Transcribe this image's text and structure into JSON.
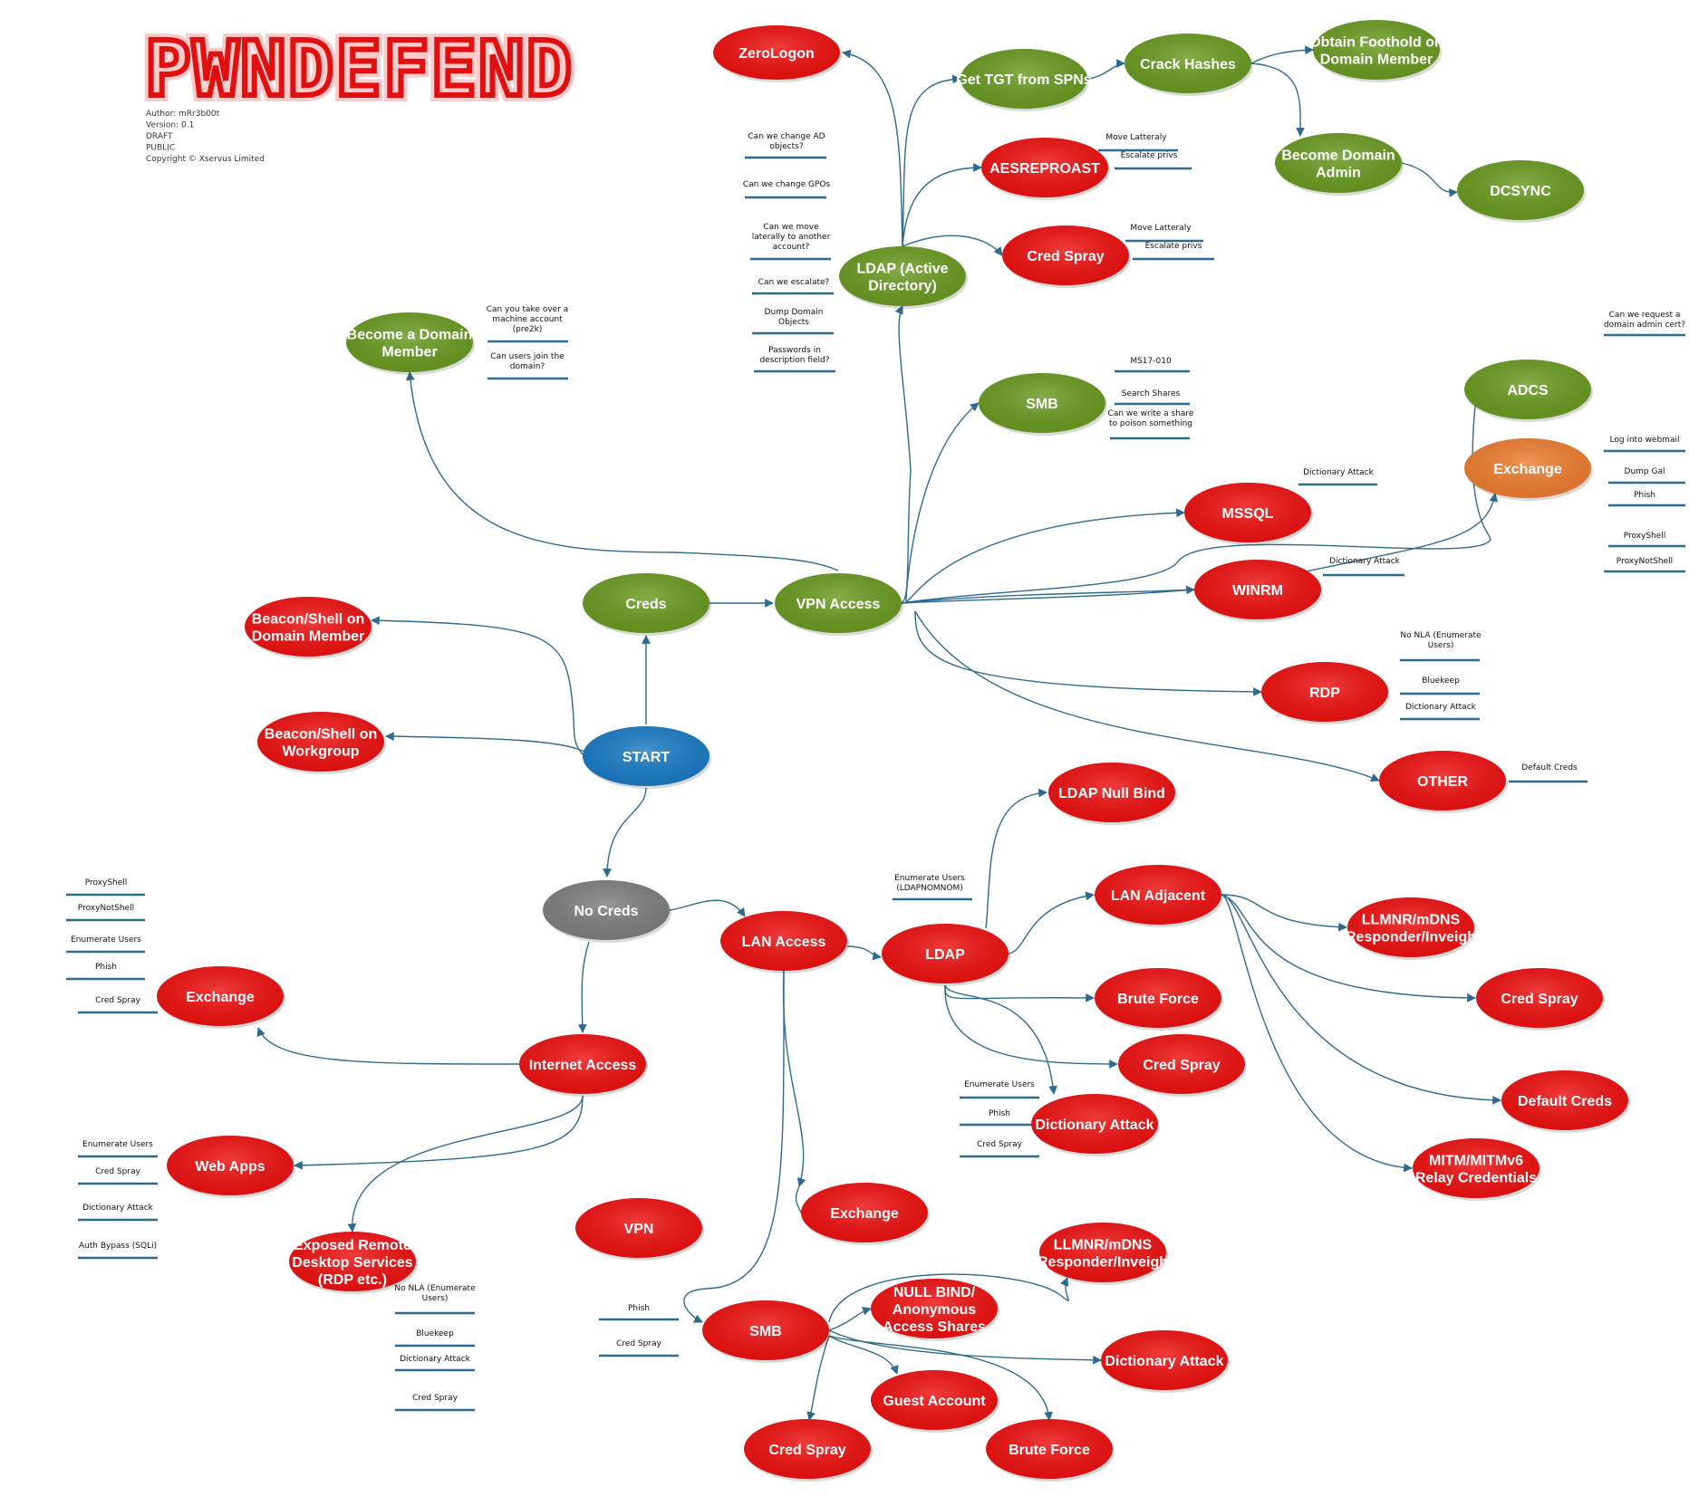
{
  "header": {
    "logo_text": "PWNDEFEND",
    "meta_lines": [
      "Author: mRr3b00t",
      "Version: 0.1",
      "DRAFT",
      "PUBLIC",
      "Copyright © Xservus Limited"
    ]
  },
  "colors": {
    "red": "#ee1111",
    "green": "#6a9b22",
    "blue": "#1a7bc4",
    "gray": "#7f7f7f",
    "orange": "#ee7d31",
    "edge": "#2e6a8e"
  },
  "nodes": [
    {
      "id": "zerologon",
      "label": [
        "ZeroLogon"
      ],
      "color": "red"
    },
    {
      "id": "get_tgt",
      "label": [
        "Get TGT from SPNs"
      ],
      "color": "green"
    },
    {
      "id": "crack_hashes",
      "label": [
        "Crack Hashes"
      ],
      "color": "green"
    },
    {
      "id": "obtain_foothold",
      "label": [
        "Obtain Foothold on",
        "Domain Member"
      ],
      "color": "green"
    },
    {
      "id": "become_da",
      "label": [
        "Become Domain",
        "Admin"
      ],
      "color": "green"
    },
    {
      "id": "dcsync",
      "label": [
        "DCSYNC"
      ],
      "color": "green"
    },
    {
      "id": "aesreproast",
      "label": [
        "AESREPROAST"
      ],
      "color": "red"
    },
    {
      "id": "cred_spray_ldap",
      "label": [
        "Cred Spray"
      ],
      "color": "red"
    },
    {
      "id": "ldap_ad",
      "label": [
        "LDAP (Active",
        "Directory)"
      ],
      "color": "green"
    },
    {
      "id": "become_dm",
      "label": [
        "Become a Domain",
        "Member"
      ],
      "color": "green"
    },
    {
      "id": "smb_vpn",
      "label": [
        "SMB"
      ],
      "color": "green"
    },
    {
      "id": "adcs",
      "label": [
        "ADCS"
      ],
      "color": "green"
    },
    {
      "id": "exchange_vpn",
      "label": [
        "Exchange"
      ],
      "color": "orange"
    },
    {
      "id": "mssql",
      "label": [
        "MSSQL"
      ],
      "color": "red"
    },
    {
      "id": "winrm",
      "label": [
        "WINRM"
      ],
      "color": "red"
    },
    {
      "id": "rdp_vpn",
      "label": [
        "RDP"
      ],
      "color": "red"
    },
    {
      "id": "other",
      "label": [
        "OTHER"
      ],
      "color": "red"
    },
    {
      "id": "creds",
      "label": [
        "Creds"
      ],
      "color": "green"
    },
    {
      "id": "vpn_access",
      "label": [
        "VPN Access"
      ],
      "color": "green"
    },
    {
      "id": "beacon_dm",
      "label": [
        "Beacon/Shell on",
        "Domain Member"
      ],
      "color": "red"
    },
    {
      "id": "beacon_wg",
      "label": [
        "Beacon/Shell on",
        "Workgroup"
      ],
      "color": "red"
    },
    {
      "id": "start",
      "label": [
        "START"
      ],
      "color": "blue"
    },
    {
      "id": "no_creds",
      "label": [
        "No Creds"
      ],
      "color": "gray"
    },
    {
      "id": "lan_access",
      "label": [
        "LAN Access"
      ],
      "color": "red"
    },
    {
      "id": "ldap_lan",
      "label": [
        "LDAP"
      ],
      "color": "red"
    },
    {
      "id": "ldap_null",
      "label": [
        "LDAP Null Bind"
      ],
      "color": "red"
    },
    {
      "id": "lan_adjacent",
      "label": [
        "LAN Adjacent"
      ],
      "color": "red"
    },
    {
      "id": "llmnr1",
      "label": [
        "LLMNR/mDNS",
        "(Responder/Inveigh)"
      ],
      "color": "red"
    },
    {
      "id": "cred_spray_adj",
      "label": [
        "Cred Spray"
      ],
      "color": "red"
    },
    {
      "id": "default_creds",
      "label": [
        "Default Creds"
      ],
      "color": "red"
    },
    {
      "id": "mitm",
      "label": [
        "MITM/MITMv6",
        "Relay Credentials"
      ],
      "color": "red"
    },
    {
      "id": "brute_force_ldap",
      "label": [
        "Brute Force"
      ],
      "color": "red"
    },
    {
      "id": "cred_spray_ldap2",
      "label": [
        "Cred Spray"
      ],
      "color": "red"
    },
    {
      "id": "dict_attack_ldap",
      "label": [
        "Dictionary Attack"
      ],
      "color": "red"
    },
    {
      "id": "exchange_inet",
      "label": [
        "Exchange"
      ],
      "color": "red"
    },
    {
      "id": "internet_access",
      "label": [
        "Internet Access"
      ],
      "color": "red"
    },
    {
      "id": "web_apps",
      "label": [
        "Web Apps"
      ],
      "color": "red"
    },
    {
      "id": "exposed_rds",
      "label": [
        "Exposed Remote",
        "Desktop Services",
        "(RDP etc.)"
      ],
      "color": "red"
    },
    {
      "id": "vpn",
      "label": [
        "VPN"
      ],
      "color": "red"
    },
    {
      "id": "exchange_lan",
      "label": [
        "Exchange"
      ],
      "color": "red"
    },
    {
      "id": "smb_lan",
      "label": [
        "SMB"
      ],
      "color": "red"
    },
    {
      "id": "null_bind",
      "label": [
        "NULL BIND/",
        "Anonymous",
        "Access Shares"
      ],
      "color": "red"
    },
    {
      "id": "llmnr2",
      "label": [
        "LLMNR/mDNS",
        "(Responder/Inveigh)"
      ],
      "color": "red"
    },
    {
      "id": "dict_attack_smb",
      "label": [
        "Dictionary Attack"
      ],
      "color": "red"
    },
    {
      "id": "guest_account",
      "label": [
        "Guest Account"
      ],
      "color": "red"
    },
    {
      "id": "cred_spray_smb",
      "label": [
        "Cred Spray"
      ],
      "color": "red"
    },
    {
      "id": "brute_force_smb",
      "label": [
        "Brute Force"
      ],
      "color": "red"
    }
  ],
  "notes": [
    {
      "id": "n_change_ad",
      "text": [
        "Can we change AD",
        "objects?"
      ]
    },
    {
      "id": "n_change_gpo",
      "text": [
        "Can we change GPOs"
      ]
    },
    {
      "id": "n_move_lat",
      "text": [
        "Can we move",
        "laterally to another",
        "account?"
      ]
    },
    {
      "id": "n_escalate",
      "text": [
        "Can we escalate?"
      ]
    },
    {
      "id": "n_dump",
      "text": [
        "Dump Domain",
        "Objects"
      ]
    },
    {
      "id": "n_pw_desc",
      "text": [
        "Passwords in",
        "description field?"
      ]
    },
    {
      "id": "n_takeover",
      "text": [
        "Can you take over a",
        "machine account",
        "(pre2k)"
      ]
    },
    {
      "id": "n_join",
      "text": [
        "Can users join the",
        "domain?"
      ]
    },
    {
      "id": "n_aes_move",
      "text": [
        "Move Latteraly"
      ]
    },
    {
      "id": "n_aes_esc",
      "text": [
        "Escalate privs"
      ]
    },
    {
      "id": "n_cs_move",
      "text": [
        "Move Latteraly"
      ]
    },
    {
      "id": "n_cs_esc",
      "text": [
        "Escalate privs"
      ]
    },
    {
      "id": "n_ms17",
      "text": [
        "MS17-010"
      ]
    },
    {
      "id": "n_search",
      "text": [
        "Search Shares"
      ]
    },
    {
      "id": "n_write_share",
      "text": [
        "Can we write a share",
        "to poison something"
      ]
    },
    {
      "id": "n_request_cert",
      "text": [
        "Can we request a",
        "domain admin cert?"
      ]
    },
    {
      "id": "n_webmail",
      "text": [
        "Log into webmail"
      ]
    },
    {
      "id": "n_dump_gal",
      "text": [
        "Dump Gal"
      ]
    },
    {
      "id": "n_phish_ex",
      "text": [
        "Phish"
      ]
    },
    {
      "id": "n_proxyshell_ex",
      "text": [
        "ProxyShell"
      ]
    },
    {
      "id": "n_proxynotshell_ex",
      "text": [
        "ProxyNotShell"
      ]
    },
    {
      "id": "n_mssql_dict",
      "text": [
        "Dictionary Attack"
      ]
    },
    {
      "id": "n_winrm_dict",
      "text": [
        "Dictionary Attack"
      ]
    },
    {
      "id": "n_rdp_nla",
      "text": [
        "No NLA (Enumerate",
        "Users)"
      ]
    },
    {
      "id": "n_rdp_bluekeep",
      "text": [
        "Bluekeep"
      ]
    },
    {
      "id": "n_rdp_dict",
      "text": [
        "Dictionary Attack"
      ]
    },
    {
      "id": "n_other_default",
      "text": [
        "Default Creds"
      ]
    },
    {
      "id": "n_ldap_enum",
      "text": [
        "Enumerate Users",
        "(LDAPNOMNOM)"
      ]
    },
    {
      "id": "n_inet_proxyshell",
      "text": [
        "ProxyShell"
      ]
    },
    {
      "id": "n_inet_proxynotshell",
      "text": [
        "ProxyNotShell"
      ]
    },
    {
      "id": "n_inet_enum",
      "text": [
        "Enumerate Users"
      ]
    },
    {
      "id": "n_inet_phish",
      "text": [
        "Phish"
      ]
    },
    {
      "id": "n_inet_spray",
      "text": [
        "Cred Spray"
      ]
    },
    {
      "id": "n_web_enum",
      "text": [
        "Enumerate Users"
      ]
    },
    {
      "id": "n_web_spray",
      "text": [
        "Cred Spray"
      ]
    },
    {
      "id": "n_web_dict",
      "text": [
        "Dictionary Attack"
      ]
    },
    {
      "id": "n_web_auth",
      "text": [
        "Auth Bypass (SQLi)"
      ]
    },
    {
      "id": "n_rds_nla",
      "text": [
        "No NLA (Enumerate",
        "Users)"
      ]
    },
    {
      "id": "n_rds_bluekeep",
      "text": [
        "Bluekeep"
      ]
    },
    {
      "id": "n_rds_dict",
      "text": [
        "Dictionary Attack"
      ]
    },
    {
      "id": "n_rds_spray",
      "text": [
        "Cred Spray"
      ]
    },
    {
      "id": "n_dict_enum",
      "text": [
        "Enumerate Users"
      ]
    },
    {
      "id": "n_dict_phish",
      "text": [
        "Phish"
      ]
    },
    {
      "id": "n_dict_spray",
      "text": [
        "Cred Spray"
      ]
    },
    {
      "id": "n_smb_phish",
      "text": [
        "Phish"
      ]
    },
    {
      "id": "n_smb_spray",
      "text": [
        "Cred Spray"
      ]
    }
  ]
}
